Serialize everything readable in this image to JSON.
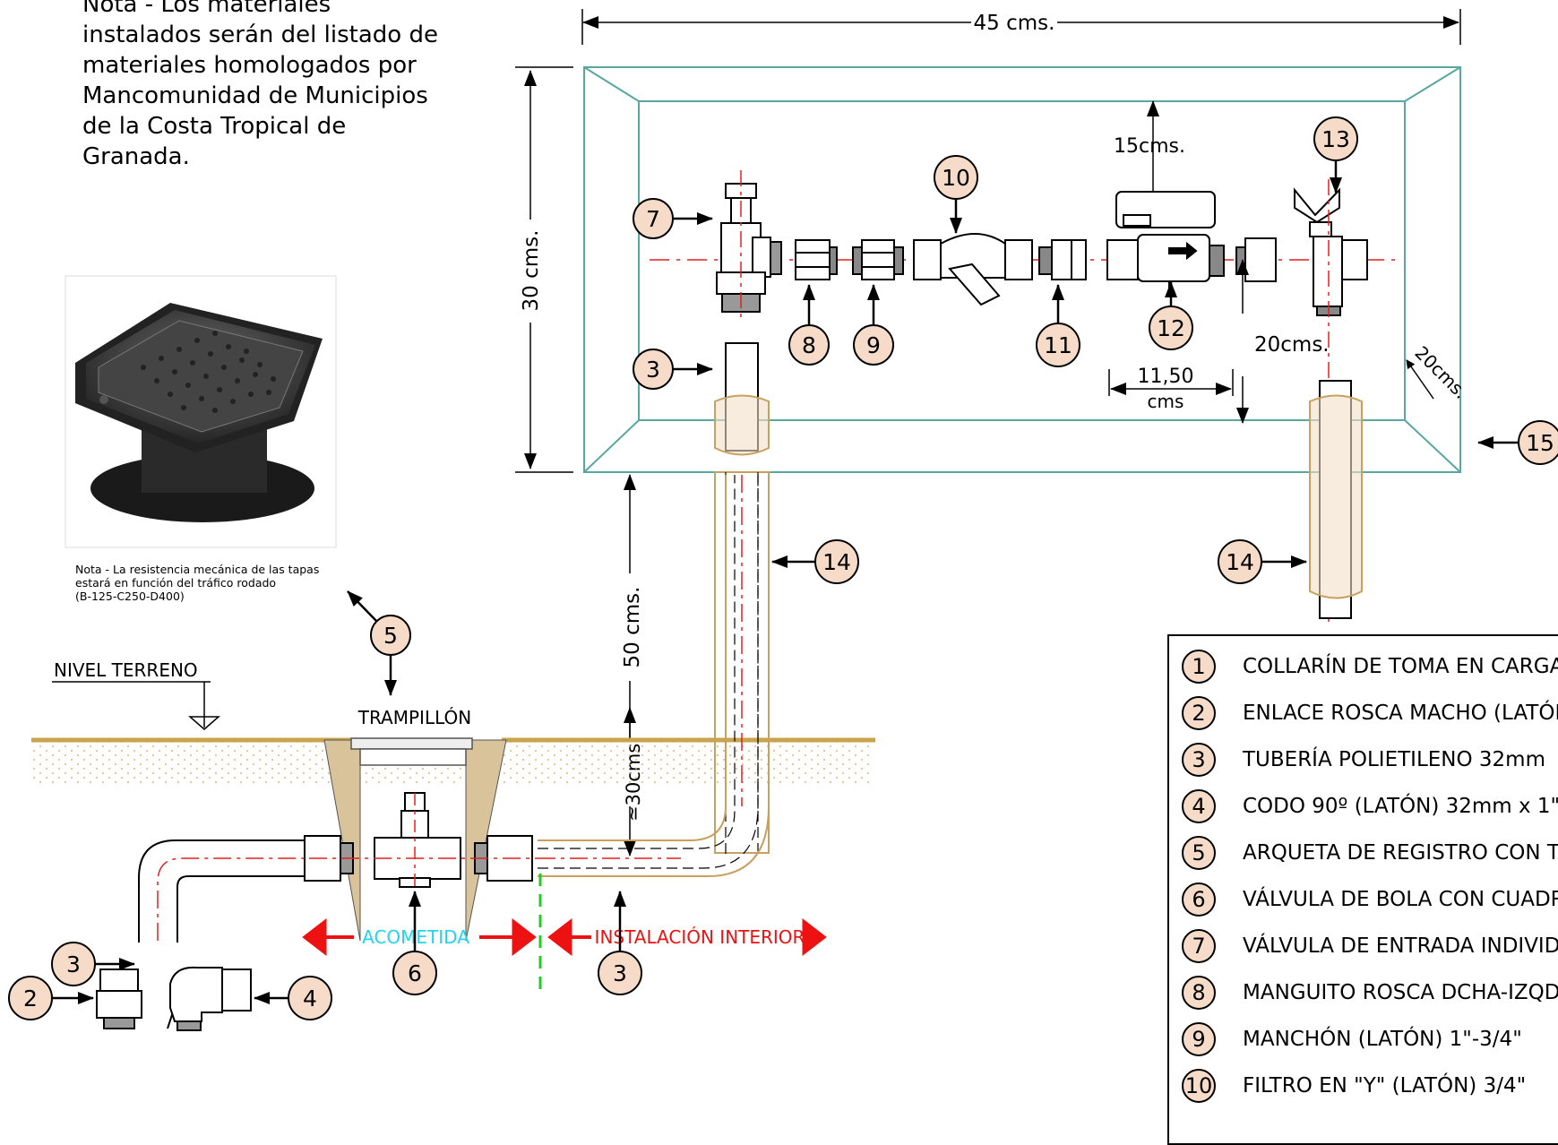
{
  "note_top": {
    "lines": [
      "Nota - Los materiales",
      "instalados serán del listado de",
      "materiales homologados por",
      "Mancomunidad de Municipios",
      "de la Costa Tropical de",
      "Granada."
    ]
  },
  "note_lid": {
    "lines": [
      "Nota - La resistencia mecánica de las tapas",
      "estará en función del tráfico rodado",
      "(B-125-C250-D400)"
    ]
  },
  "dimensions": {
    "width_45": "45  cms.",
    "height_30": "30  cms.",
    "top_15": "15cms.",
    "pipe_20": "20cms.",
    "depth_20": "20cms.",
    "spacing_value": "11,50",
    "spacing_unit": "cms",
    "depth_50": "50  cms.",
    "depth_30": "≃30cms."
  },
  "labels": {
    "ground_level": "NIVEL TERRENO",
    "trapdoor": "TRAMPILLÓN",
    "acometida": "ACOMETIDA",
    "interior": "INSTALACIÓN INTERIOR"
  },
  "callouts": {
    "c7": "7",
    "c8": "8",
    "c9": "9",
    "c10": "10",
    "c11": "11",
    "c12": "12",
    "c13": "13",
    "c3a": "3",
    "c3b": "3",
    "c3c": "3",
    "c14a": "14",
    "c14b": "14",
    "c15": "15",
    "c5": "5",
    "c6": "6",
    "c2": "2",
    "c4": "4"
  },
  "legend": [
    {
      "num": "1",
      "text": "COLLARÍN DE TOMA EN CARGA"
    },
    {
      "num": "2",
      "text": "ENLACE ROSCA MACHO (LATÓN)"
    },
    {
      "num": "3",
      "text": "TUBERÍA POLIETILENO 32mm"
    },
    {
      "num": "4",
      "text": "CODO 90º (LATÓN) 32mm x 1\""
    },
    {
      "num": "5",
      "text": "ARQUETA DE REGISTRO CON TAPA"
    },
    {
      "num": "6",
      "text": "VÁLVULA DE BOLA CON CUADRADILLO"
    },
    {
      "num": "7",
      "text": "VÁLVULA DE ENTRADA INDIVIDUAL"
    },
    {
      "num": "8",
      "text": "MANGUITO ROSCA DCHA-IZQDA"
    },
    {
      "num": "9",
      "text": "MANCHÓN (LATÓN) 1\"-3/4\""
    },
    {
      "num": "10",
      "text": "FILTRO EN \"Y\" (LATÓN) 3/4\""
    }
  ],
  "colors": {
    "soil": "#c9a44c",
    "soil_fill": "#d8c39a",
    "pipe_sleeve": "#c8a060",
    "box_outline": "#5aa7a0",
    "centerline": "#e02020",
    "callout_fill": "#f6dcc8",
    "boundary": "#22cc22",
    "acometida_text": "#22d4ee",
    "interior_text": "#ee1111"
  }
}
